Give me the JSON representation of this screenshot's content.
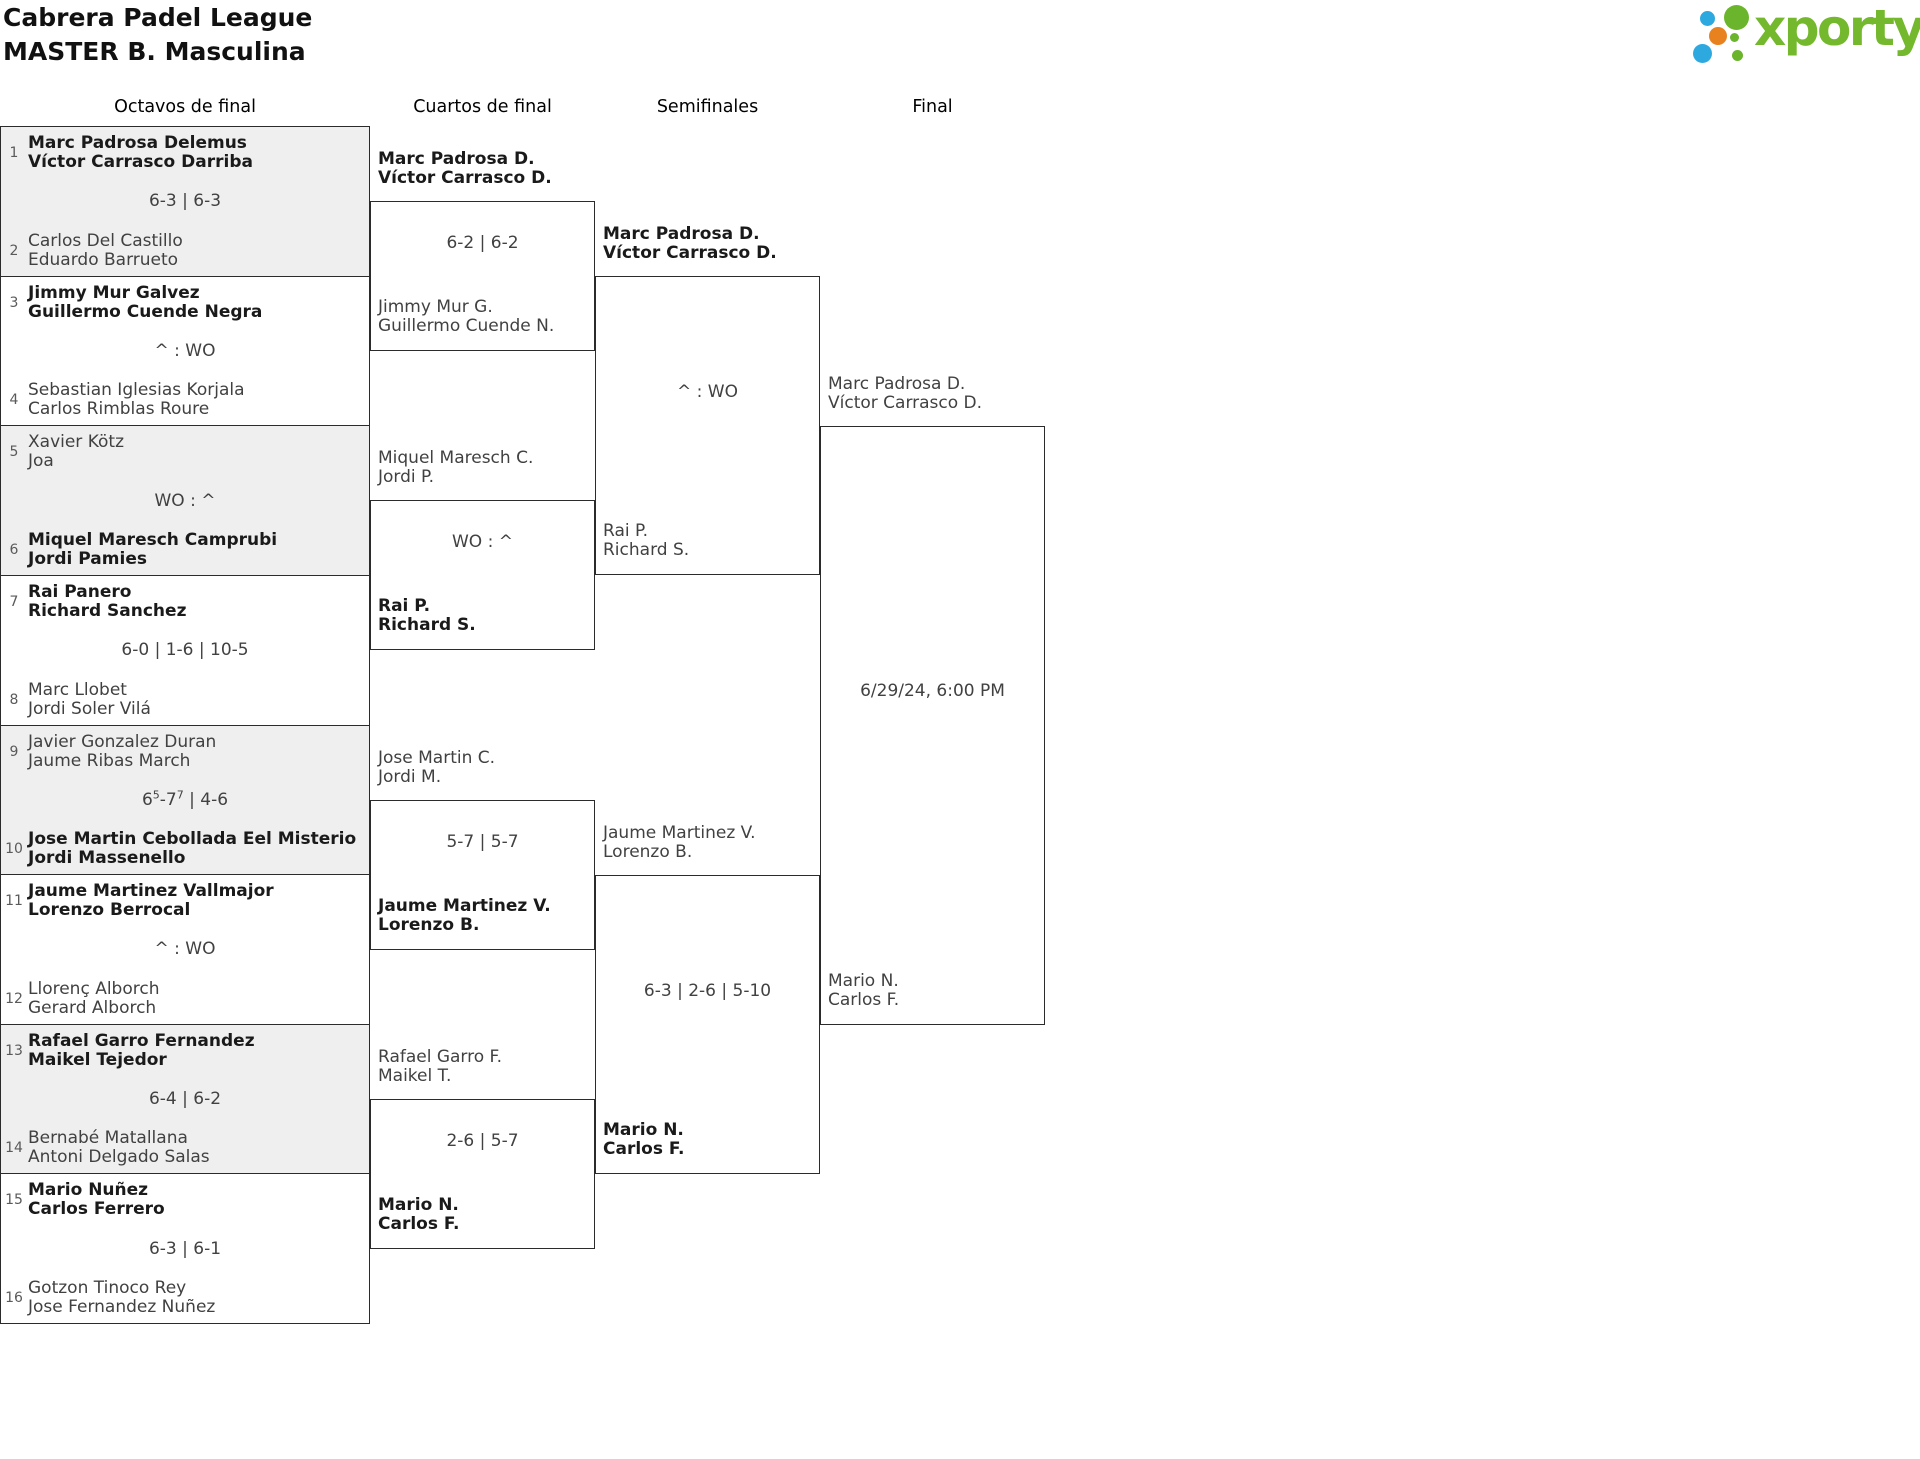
{
  "header": {
    "title_line1": "Cabrera Padel League",
    "title_line2": "MASTER B. Masculina",
    "logo_text": "xporty"
  },
  "rounds": [
    "Octavos de final",
    "Cuartos de final",
    "Semifinales",
    "Final"
  ],
  "colors": {
    "match_alt_background": "#efefef",
    "border": "#2b2b2b",
    "winner_text": "#1a1a1a",
    "normal_text": "#414141",
    "seed_text": "#5a5a5a",
    "logo_green": "#74b82e",
    "logo_blue": "#2ea9e0",
    "logo_orange": "#e8821e"
  },
  "bracket": {
    "r16": [
      {
        "seed_top": "1",
        "team_top": [
          "Marc Padrosa Delemus",
          "Víctor Carrasco Darriba"
        ],
        "score": "6-3 | 6-3",
        "seed_bottom": "2",
        "team_bottom": [
          "Carlos Del Castillo",
          "Eduardo Barrueto"
        ]
      },
      {
        "seed_top": "3",
        "team_top": [
          "Jimmy Mur Galvez",
          "Guillermo Cuende Negra"
        ],
        "score": "^ : WO",
        "seed_bottom": "4",
        "team_bottom": [
          "Sebastian Iglesias Korjala",
          "Carlos Rimblas Roure"
        ]
      },
      {
        "seed_top": "5",
        "team_top": [
          "Xavier Kötz",
          "Joa"
        ],
        "score": "WO : ^",
        "seed_bottom": "6",
        "team_bottom": [
          "Miquel Maresch Camprubi",
          "Jordi Pamies"
        ]
      },
      {
        "seed_top": "7",
        "team_top": [
          "Rai Panero",
          "Richard Sanchez"
        ],
        "score": "6-0 | 1-6 | 10-5",
        "seed_bottom": "8",
        "team_bottom": [
          "Marc Llobet",
          "Jordi Soler Vilá"
        ]
      },
      {
        "seed_top": "9",
        "team_top": [
          "Javier Gonzalez Duran",
          "Jaume Ribas March"
        ],
        "score_parts": [
          "6",
          "5",
          "-7",
          "7",
          " | 4-6"
        ],
        "seed_bottom": "10",
        "team_bottom": [
          "Jose Martin Cebollada Eel Misterio",
          "Jordi Massenello"
        ]
      },
      {
        "seed_top": "11",
        "team_top": [
          "Jaume Martinez Vallmajor",
          "Lorenzo Berrocal"
        ],
        "score": "^ : WO",
        "seed_bottom": "12",
        "team_bottom": [
          "Llorenç Alborch",
          "Gerard Alborch"
        ]
      },
      {
        "seed_top": "13",
        "team_top": [
          "Rafael Garro Fernandez",
          "Maikel Tejedor"
        ],
        "score": "6-4 | 6-2",
        "seed_bottom": "14",
        "team_bottom": [
          "Bernabé Matallana",
          "Antoni Delgado Salas"
        ]
      },
      {
        "seed_top": "15",
        "team_top": [
          "Mario Nuñez",
          "Carlos Ferrero"
        ],
        "score": "6-3 | 6-1",
        "seed_bottom": "16",
        "team_bottom": [
          "Gotzon Tinoco Rey",
          "Jose Fernandez Nuñez"
        ]
      }
    ],
    "quarterfinals": [
      {
        "team_top": [
          "Marc Padrosa D.",
          "Víctor Carrasco D."
        ],
        "score": "6-2 | 6-2",
        "team_bottom": [
          "Jimmy Mur G.",
          "Guillermo Cuende N."
        ]
      },
      {
        "team_top": [
          "Miquel Maresch C.",
          "Jordi P."
        ],
        "score": "WO : ^",
        "team_bottom": [
          "Rai P.",
          "Richard S."
        ]
      },
      {
        "team_top": [
          "Jose Martin C.",
          "Jordi M."
        ],
        "score": "5-7 | 5-7",
        "team_bottom": [
          "Jaume Martinez V.",
          "Lorenzo B."
        ]
      },
      {
        "team_top": [
          "Rafael Garro F.",
          "Maikel T."
        ],
        "score": "2-6 | 5-7",
        "team_bottom": [
          "Mario N.",
          "Carlos F."
        ]
      }
    ],
    "semifinals": [
      {
        "team_top": [
          "Marc Padrosa D.",
          "Víctor Carrasco D."
        ],
        "score": "^ : WO",
        "team_bottom": [
          "Rai P.",
          "Richard S."
        ]
      },
      {
        "team_top": [
          "Jaume Martinez V.",
          "Lorenzo B."
        ],
        "score": "6-3 | 2-6 | 5-10",
        "team_bottom": [
          "Mario N.",
          "Carlos F."
        ]
      }
    ],
    "final": {
      "team_top": [
        "Marc Padrosa D.",
        "Víctor Carrasco D."
      ],
      "schedule": "6/29/24, 6:00 PM",
      "team_bottom": [
        "Mario N.",
        "Carlos F."
      ]
    }
  }
}
